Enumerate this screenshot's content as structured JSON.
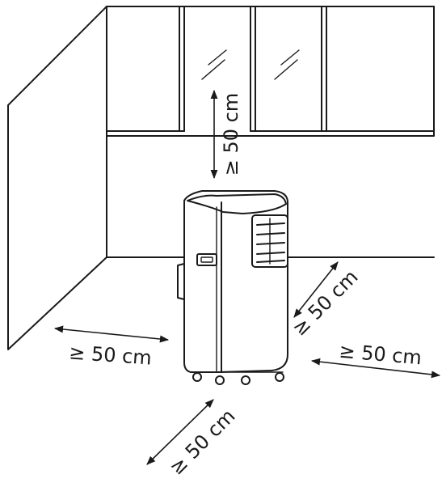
{
  "labels": {
    "clearance_top": "≥ 50 cm",
    "clearance_left": "≥ 50 cm",
    "clearance_front": "≥ 50 cm",
    "clearance_right_side": "≥ 50 cm",
    "clearance_right_far": "≥ 50 cm"
  },
  "colors": {
    "line": "#1a1a1a",
    "background": "#ffffff"
  }
}
